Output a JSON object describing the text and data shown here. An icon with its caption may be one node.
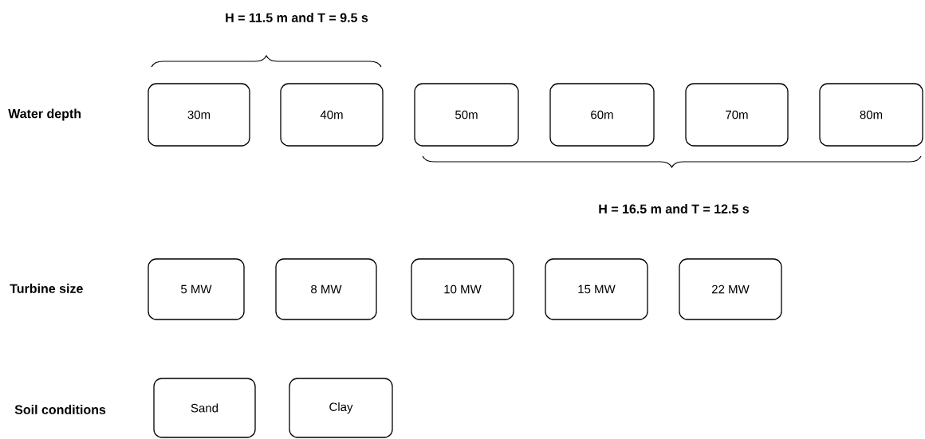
{
  "diagram": {
    "nodes": [
      {
        "text": [
          "30m"
        ]
      },
      {
        "text": [
          "40m"
        ]
      },
      {
        "text": [
          "50m"
        ]
      },
      {
        "text": [
          "60m"
        ]
      },
      {
        "text": [
          "70m"
        ]
      },
      {
        "text": [
          "80m"
        ]
      },
      {
        "text": [
          "5 MW"
        ]
      },
      {
        "text": [
          "8 MW"
        ]
      },
      {
        "text": [
          "10 MW"
        ]
      },
      {
        "text": [
          "15 MW"
        ]
      },
      {
        "text": [
          "22 MW"
        ]
      },
      {
        "text": [
          "Sand"
        ]
      },
      {
        "text": [
          "Clay"
        ]
      }
    ],
    "labels": [
      "H = 11.5 m and T = 9.5 s",
      "Water depth",
      "H = 16.5 m and T = 12.5 s",
      "Turbine size",
      "Soil conditions"
    ]
  }
}
